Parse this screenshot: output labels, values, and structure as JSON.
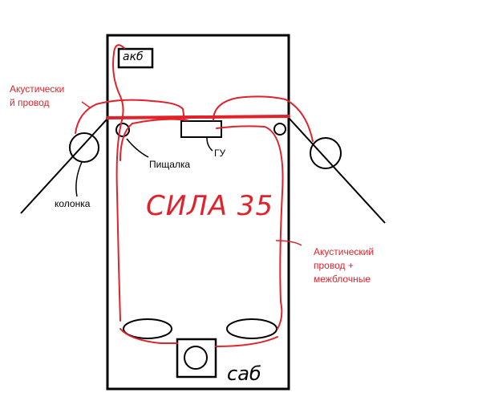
{
  "labels": {
    "acoustic_wire_left": "Акустически\nй провод",
    "tweeter": "Пищалка",
    "head_unit": "ГУ",
    "speaker": "колонка",
    "acoustic_wire_right": "Акустический\nпровод +\nмежблочные",
    "battery": "акб",
    "power_wire": "СИЛА 35",
    "subwoofer": "саб"
  },
  "colors": {
    "wire": "#e0232b",
    "label_red": "#e0232b",
    "ink": "#000000"
  }
}
